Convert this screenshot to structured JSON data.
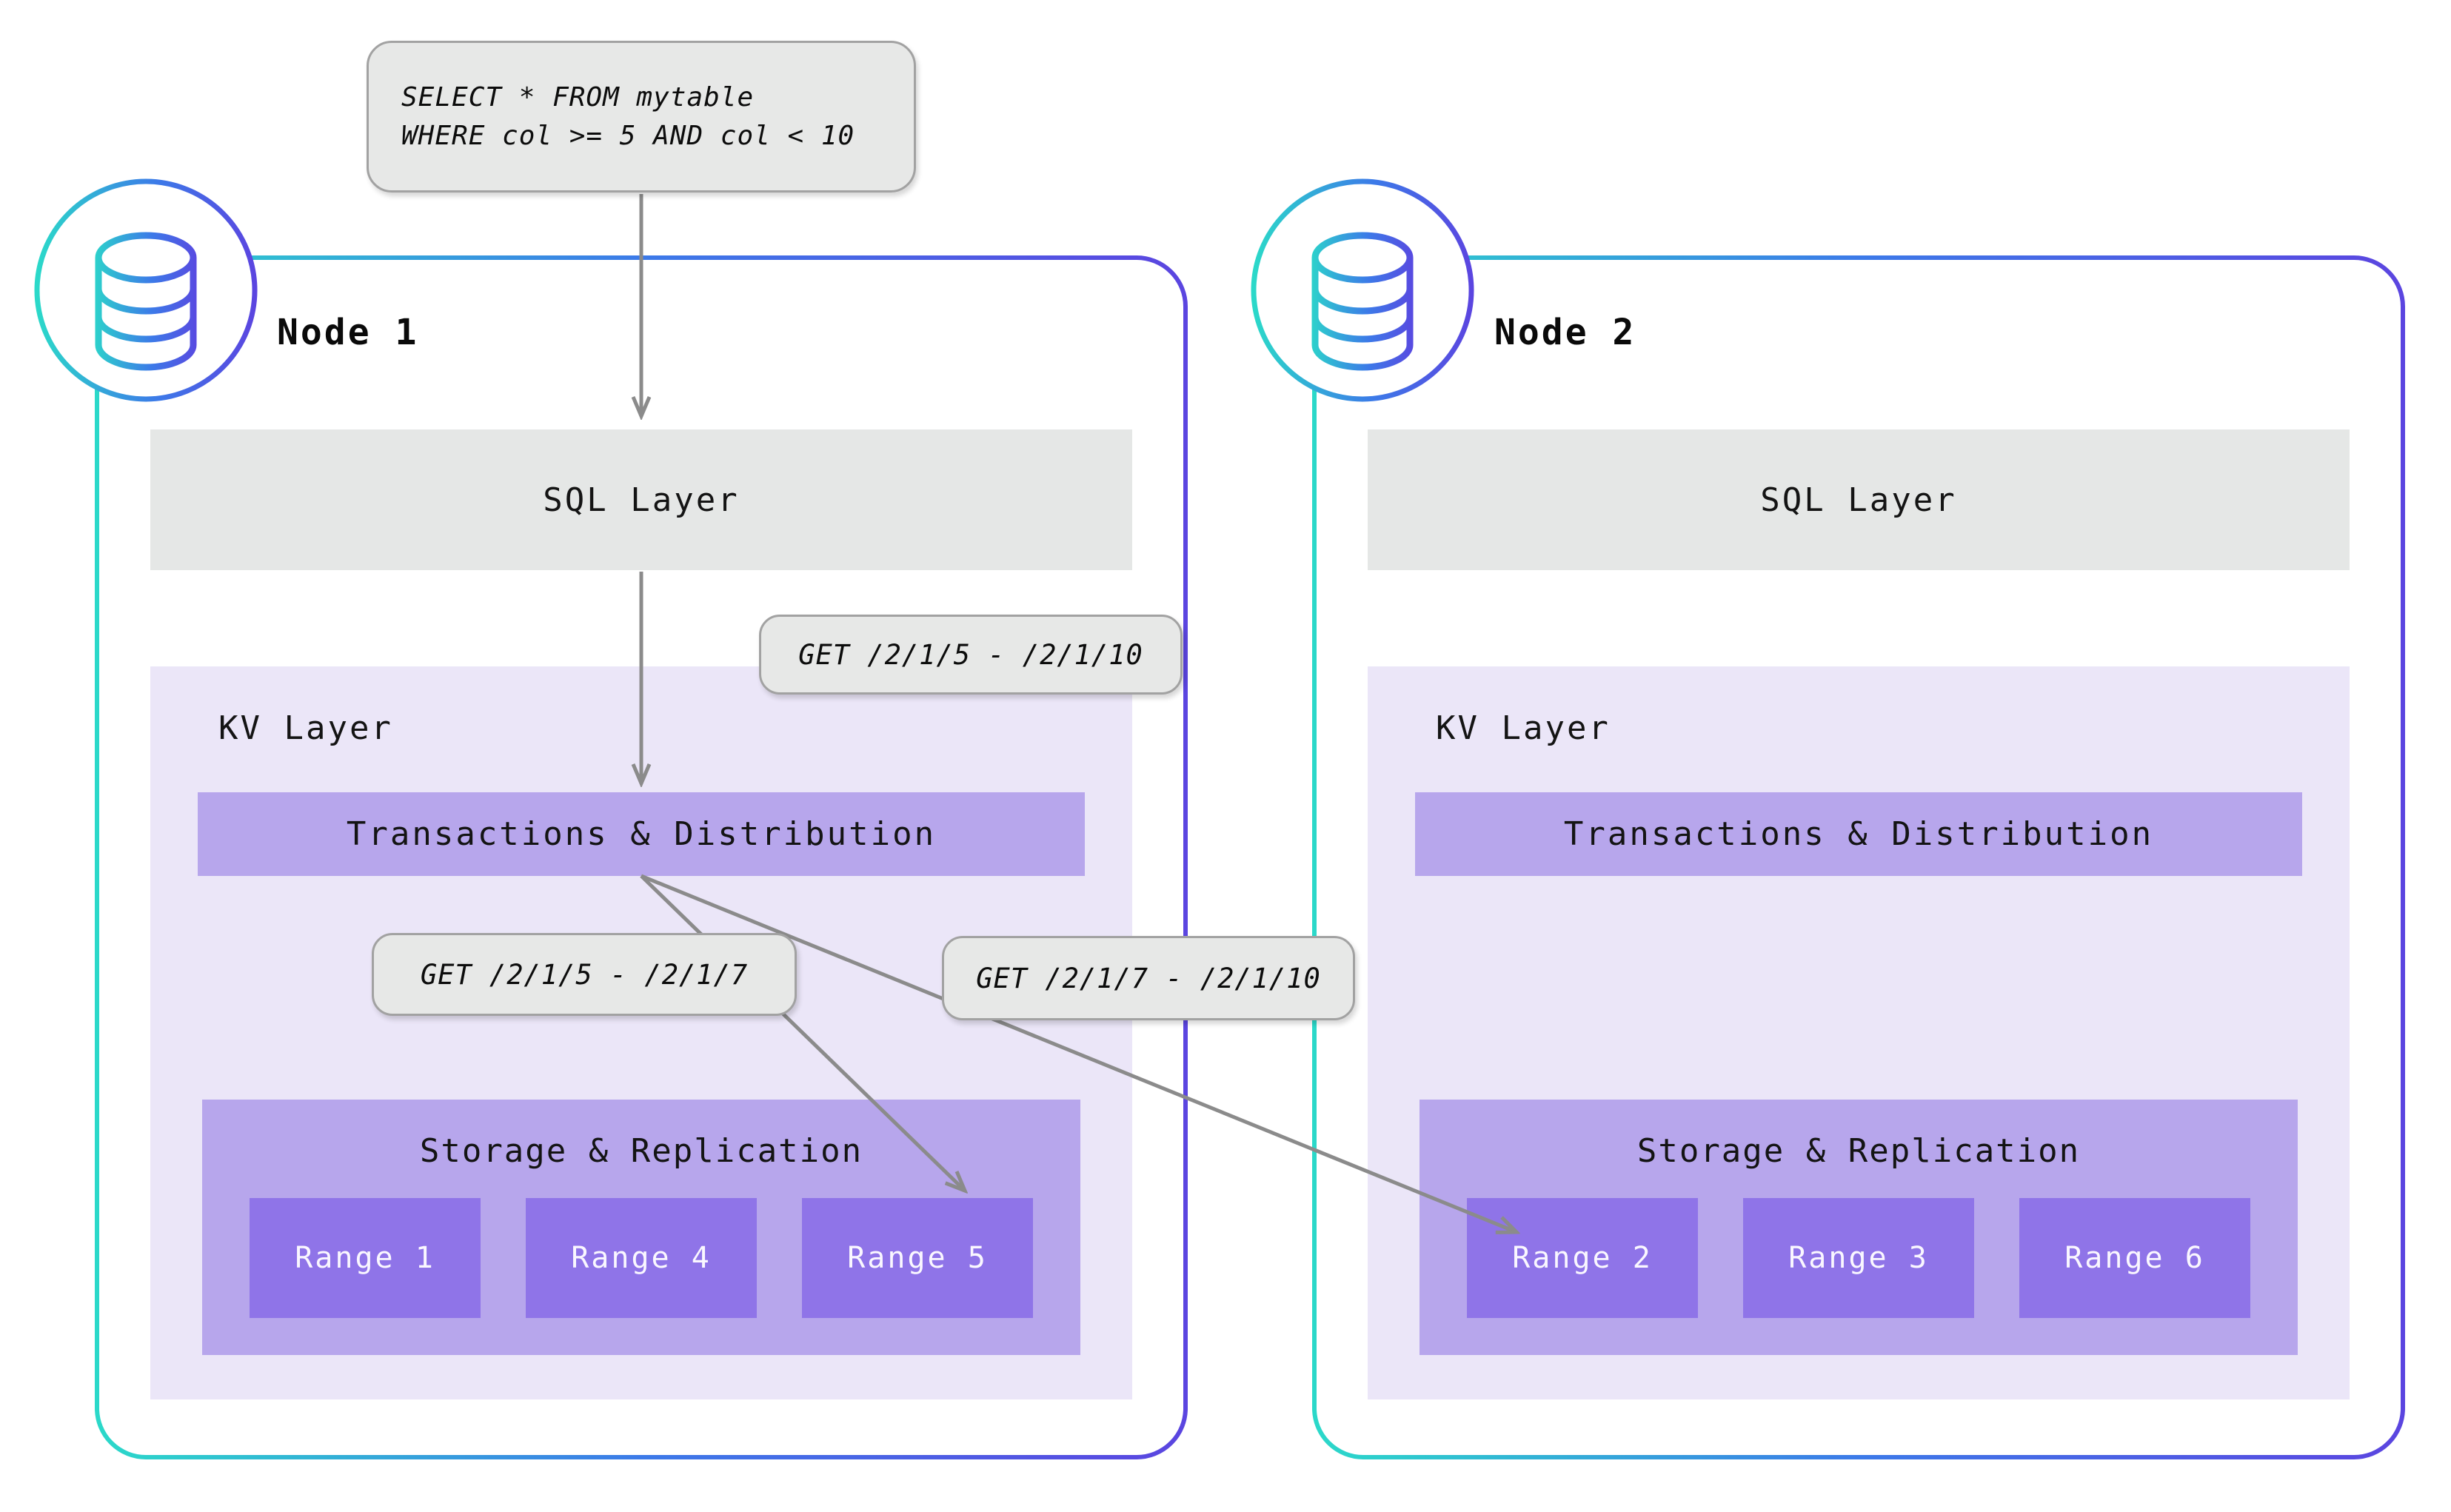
{
  "query_box": {
    "lines": [
      "SELECT * FROM mytable",
      "WHERE col >= 5 AND col < 10"
    ]
  },
  "annotations": {
    "get_full": "GET /2/1/5 - /2/1/10",
    "get_left": "GET /2/1/5 - /2/1/7",
    "get_right": "GET /2/1/7 - /2/1/10"
  },
  "nodes": [
    {
      "title": "Node 1",
      "sql_layer_label": "SQL Layer",
      "kv_layer_label": "KV Layer",
      "transactions_label": "Transactions & Distribution",
      "storage_label": "Storage & Replication",
      "ranges": [
        "Range 1",
        "Range 4",
        "Range 5"
      ]
    },
    {
      "title": "Node 2",
      "sql_layer_label": "SQL Layer",
      "kv_layer_label": "KV Layer",
      "transactions_label": "Transactions & Distribution",
      "storage_label": "Storage & Replication",
      "ranges": [
        "Range 2",
        "Range 3",
        "Range 6"
      ]
    }
  ],
  "icons": {
    "node_badge": "database-icon"
  },
  "colors": {
    "gradient_teal": "#2BD9C9",
    "gradient_blue": "#3C7AE8",
    "gradient_indigo": "#5B45E0",
    "label_box_fill": "#E7E8E7",
    "label_box_border": "#A2A2A2",
    "sql_layer_fill": "#E5E7E6",
    "kv_layer_fill": "#EBE6F8",
    "bar_fill": "#B7A6EC",
    "range_fill": "#8F74E8",
    "range_text": "#FAF7FF",
    "arrow": "#8B8B8B",
    "text": "#141414"
  }
}
